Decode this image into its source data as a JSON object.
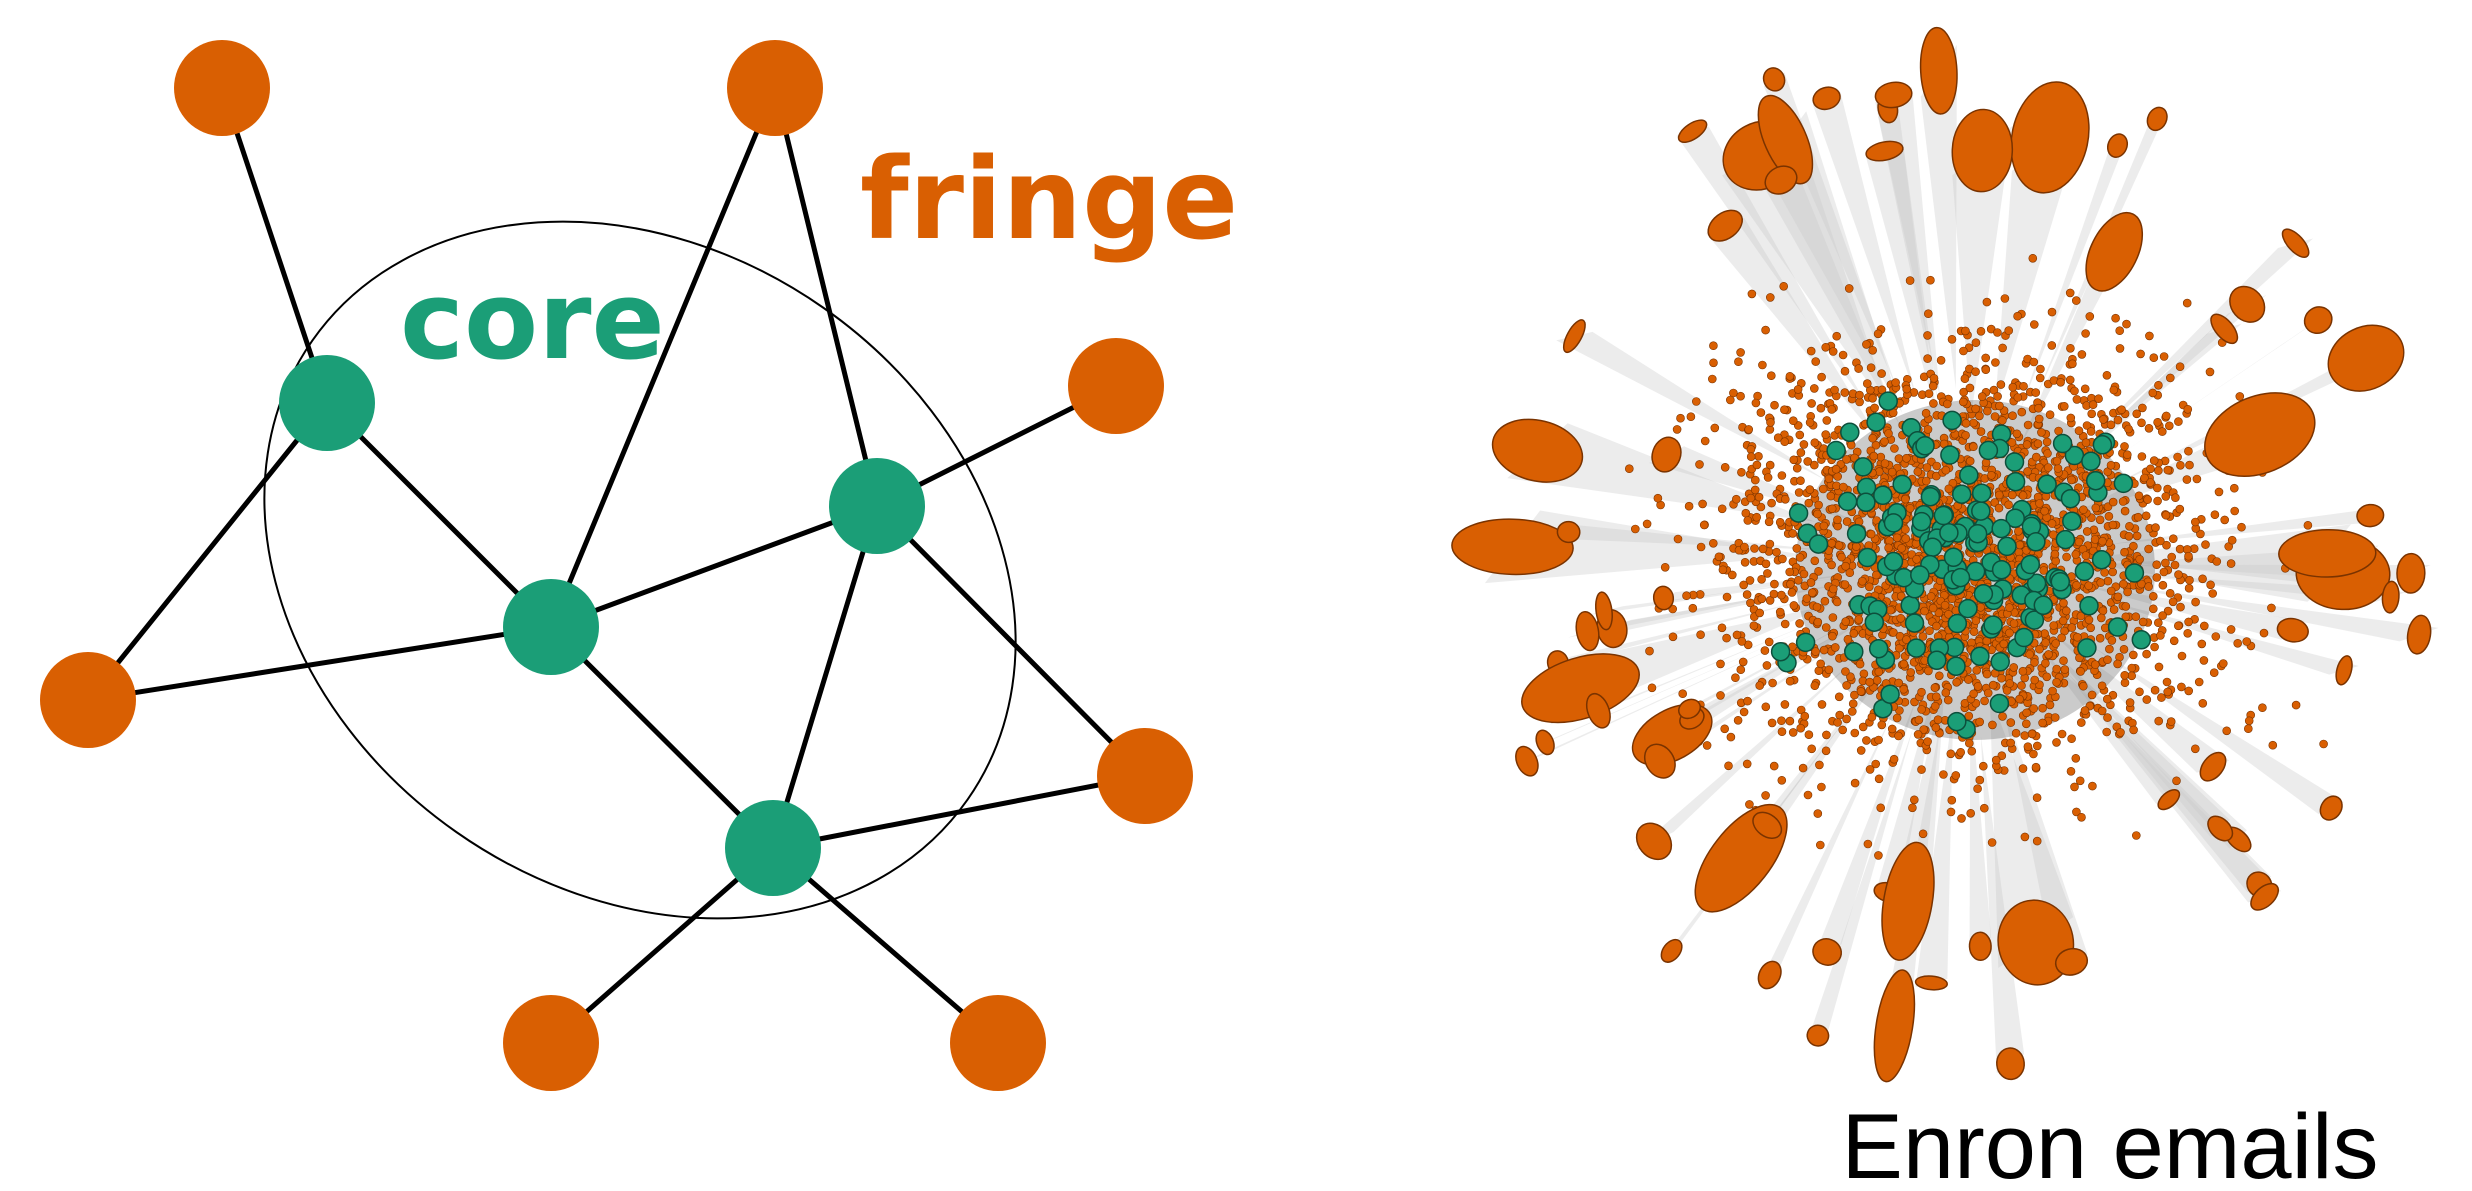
{
  "left_panel": {
    "core_label": "core",
    "fringe_label": "fringe"
  },
  "right_panel": {
    "caption": "Enron emails"
  },
  "colors": {
    "core": "#1b9e77",
    "fringe": "#d95f02",
    "edge": "#000000",
    "cloud_edge": "#9a9a9a"
  }
}
